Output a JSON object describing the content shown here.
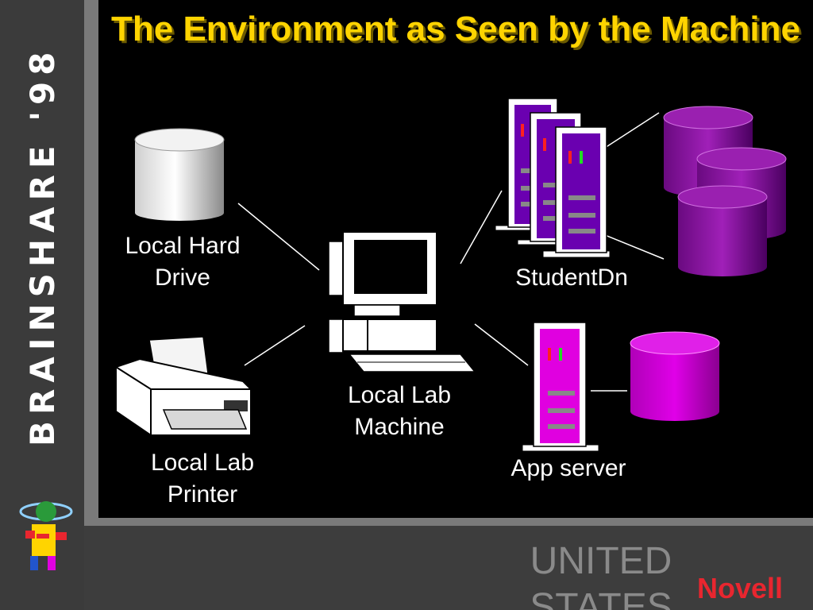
{
  "sidebar": {
    "brand": "BRAINSHARE '98"
  },
  "slide": {
    "title": "The Environment as Seen by the Machine"
  },
  "nodes": {
    "hard_drive": "Local Hard Drive",
    "printer": "Local Lab Printer",
    "machine": "Local Lab Machine",
    "student_dn": "StudentDn",
    "app_server": "App server"
  },
  "footer": {
    "country": "UNITED STATES",
    "logo": "Novell"
  },
  "colors": {
    "title": "#ffd400",
    "slide_bg": "#000000",
    "purple_db": "#8a1aa0",
    "magenta_db": "#c800d2",
    "server_purple": "#6a00b0",
    "server_magenta": "#e000e0",
    "logo_red": "#e8262f"
  }
}
